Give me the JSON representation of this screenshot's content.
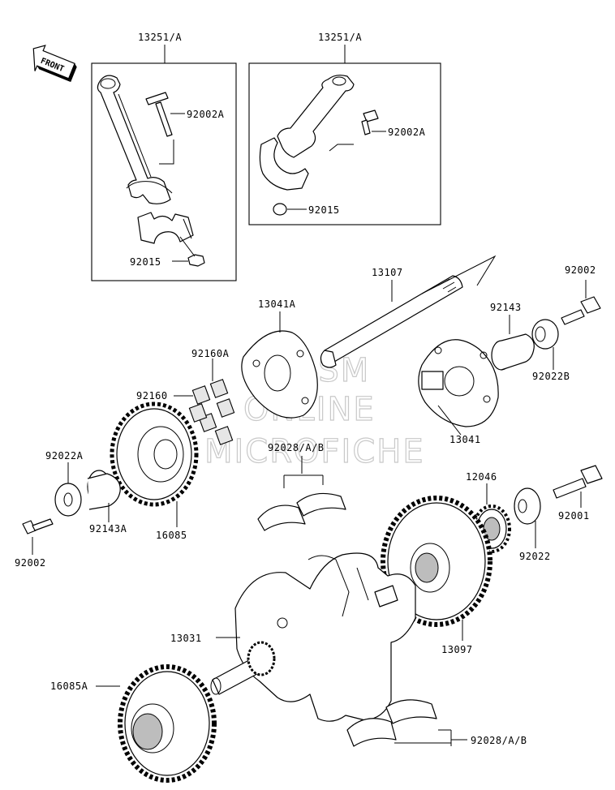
{
  "front_label": "FRONT",
  "watermark": {
    "line1": "HLSM",
    "line2": "ONLINE",
    "line3": "MICROFICHE"
  },
  "callouts": {
    "rod_set_left": "13251/A",
    "rod_set_right": "13251/A",
    "bolt_left": "92002A",
    "bolt_right": "92002A",
    "nut_left": "92015",
    "nut_right": "92015",
    "shaft": "13107",
    "bolt_top_right": "92002",
    "collar_top_right": "92143",
    "washer_top_right": "92022B",
    "damper_left": "13041A",
    "damper_right": "13041",
    "rubber_a": "92160A",
    "rubber": "92160",
    "bearing_upper": "92028/A/B",
    "washer_left": "92022A",
    "collar_left": "92143A",
    "gear_left": "16085",
    "bolt_left_bottom": "92002",
    "gear_small": "12046",
    "bolt_right_mid": "92001",
    "washer_right_mid": "92022",
    "crankshaft": "13031",
    "gear_big": "13097",
    "gear_bottom": "16085A",
    "bearing_lower": "92028/A/B"
  }
}
